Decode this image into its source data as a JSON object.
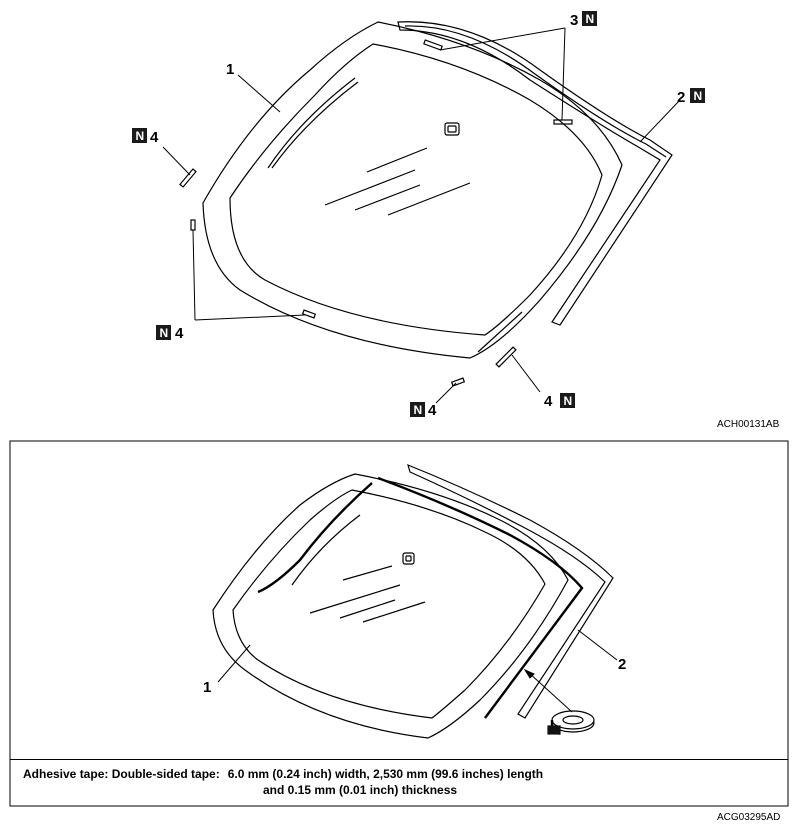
{
  "top_diagram": {
    "ref_code": "ACH00131AB",
    "badge_text": "N",
    "callouts": [
      "1",
      "2",
      "3",
      "4",
      "4",
      "4",
      "4"
    ]
  },
  "bottom_diagram": {
    "ref_code": "ACG03295AD",
    "callouts": [
      "1",
      "2"
    ]
  },
  "note": {
    "key": "Adhesive tape: Double-sided tape:",
    "line1": "6.0 mm (0.24 inch) width, 2,530 mm (99.6 inches) length",
    "line2": "and 0.15 mm (0.01 inch) thickness"
  }
}
